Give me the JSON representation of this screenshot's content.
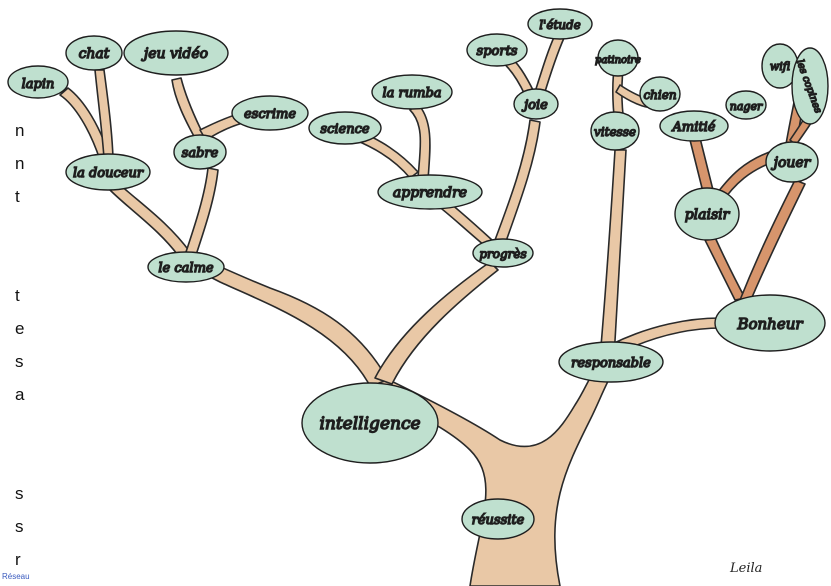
{
  "colors": {
    "branch_fill": "#e9c8a6",
    "branch_fill_dark": "#d7956c",
    "branch_stroke": "#2a2a2a",
    "leaf_fill": "#bfe0cf",
    "leaf_stroke": "#1e1e1e",
    "edge_text": "#111111"
  },
  "nodes": {
    "lapin": "lapin",
    "chat": "chat",
    "jeu_video": "jeu vidéo",
    "escrime": "escrime",
    "la_douceur": "la douceur",
    "sabre": "sabre",
    "le_calme": "le calme",
    "science": "science",
    "la_rumba": "la rumba",
    "sports": "sports",
    "etude": "l'étude",
    "joie": "joie",
    "apprendre": "apprendre",
    "progres": "progrès",
    "intelligence": "intelligence",
    "reussite": "réussite",
    "patinoire": "patinoire",
    "chien": "chien",
    "vitesse": "vitesse",
    "amitie": "Amitié",
    "nager": "nager",
    "wifi": "wifi",
    "les_copines": "les copines",
    "jouer": "jouer",
    "plaisir": "plaisir",
    "bonheur": "Bonheur",
    "responsable": "responsable"
  },
  "edge_text": [
    "n",
    "n",
    "t",
    "t",
    "e",
    "s",
    "a",
    "s",
    "s",
    "r"
  ],
  "stamp": "Réseau",
  "signature": "Leila"
}
